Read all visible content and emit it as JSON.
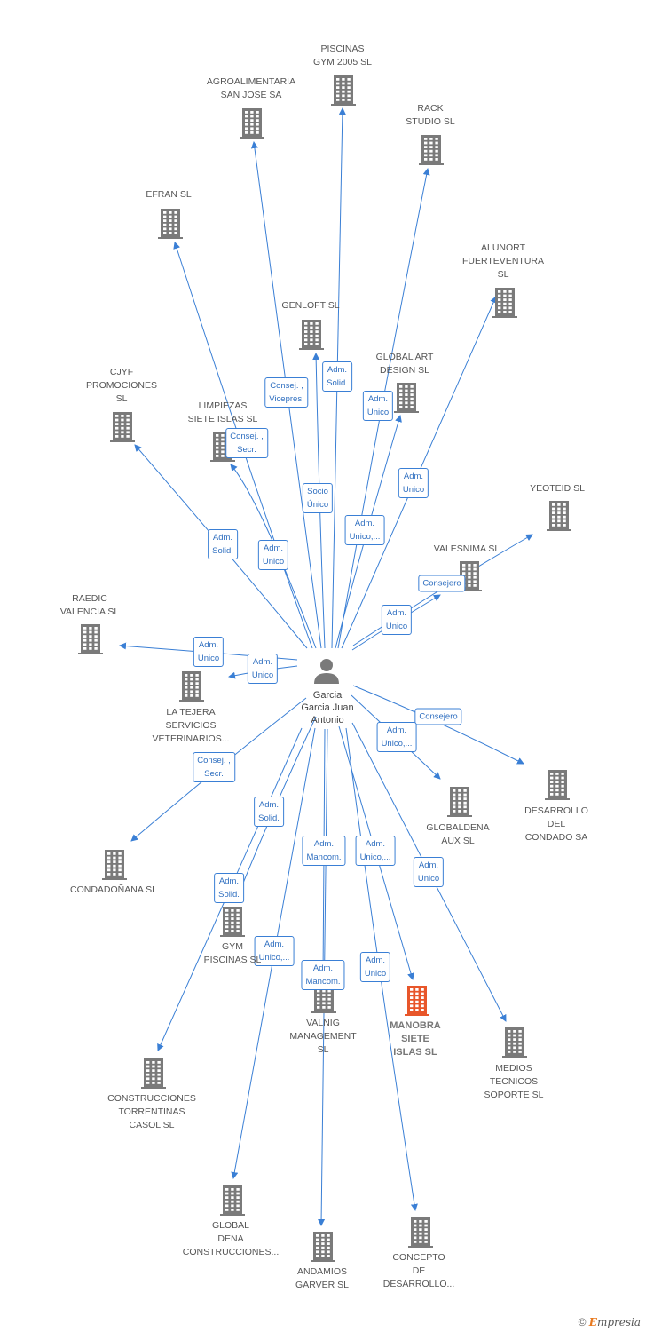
{
  "center": {
    "name": "Garcia\nGarcia Juan\nAntonio",
    "icon": "person-icon"
  },
  "companies": [
    {
      "id": "piscinas-gym",
      "name": "PISCINAS\nGYM 2005  SL"
    },
    {
      "id": "agroalimentaria",
      "name": "AGROALIMENTARIA\nSAN JOSE SA"
    },
    {
      "id": "rack-studio",
      "name": "RACK\nSTUDIO  SL"
    },
    {
      "id": "efran",
      "name": "EFRAN SL"
    },
    {
      "id": "alunort",
      "name": "ALUNORT\nFUERTEVENTURA\nSL"
    },
    {
      "id": "genloft",
      "name": "GENLOFT  SL"
    },
    {
      "id": "global-art",
      "name": "GLOBAL ART\nDESIGN  SL"
    },
    {
      "id": "cjyf",
      "name": "CJYF\nPROMOCIONES\nSL"
    },
    {
      "id": "limpiezas",
      "name": "LIMPIEZAS\nSIETE ISLAS SL"
    },
    {
      "id": "yeoteid",
      "name": "YEOTEID SL"
    },
    {
      "id": "valesnima",
      "name": "VALESNIMA SL"
    },
    {
      "id": "raedic",
      "name": "RAEDIC\nVALENCIA  SL"
    },
    {
      "id": "la-tejera",
      "name": "LA TEJERA\nSERVICIOS\nVETERINARIOS..."
    },
    {
      "id": "desarrollo-condado",
      "name": "DESARROLLO\nDEL\nCONDADO SA"
    },
    {
      "id": "globaldena-aux",
      "name": "GLOBALDENA\nAUX  SL"
    },
    {
      "id": "condadonana",
      "name": "CONDADOÑANA SL"
    },
    {
      "id": "gym-piscinas",
      "name": "GYM\nPISCINAS  SL"
    },
    {
      "id": "valnig",
      "name": "VALNIG\nMANAGEMENT\nSL"
    },
    {
      "id": "manobra",
      "name": "MANOBRA\nSIETE\nISLAS  SL",
      "highlight": true
    },
    {
      "id": "medios-tecnicos",
      "name": "MEDIOS\nTECNICOS\nSOPORTE  SL"
    },
    {
      "id": "construcciones-torrentinas",
      "name": "CONSTRUCCIONES\nTORRENTINAS\nCASOL SL"
    },
    {
      "id": "global-dena",
      "name": "GLOBAL\nDENA\nCONSTRUCCIONES..."
    },
    {
      "id": "andamios-garver",
      "name": "ANDAMIOS\nGARVER  SL"
    },
    {
      "id": "concepto",
      "name": "CONCEPTO\nDE\nDESARROLLO..."
    }
  ],
  "relations": [
    {
      "to": "piscinas-gym",
      "label": "Adm.\nSolid."
    },
    {
      "to": "agroalimentaria",
      "label": "Consej. ,\nVicepres."
    },
    {
      "to": "rack-studio",
      "label": "Adm.\nUnico"
    },
    {
      "to": "efran",
      "label": "Adm.\nUnico"
    },
    {
      "to": "alunort",
      "label": "Adm.\nUnico"
    },
    {
      "to": "genloft",
      "label": "Socio\nÚnico"
    },
    {
      "to": "global-art",
      "label": "Adm.\nUnico,..."
    },
    {
      "to": "cjyf",
      "label": "Adm.\nSolid."
    },
    {
      "to": "limpiezas",
      "label": "Consej. ,\nSecr."
    },
    {
      "to": "yeoteid",
      "label": "Consejero"
    },
    {
      "to": "valesnima",
      "label": "Adm.\nUnico"
    },
    {
      "to": "raedic",
      "label": "Adm.\nUnico"
    },
    {
      "to": "la-tejera",
      "label": "Adm.\nUnico"
    },
    {
      "to": "desarrollo-condado",
      "label": "Consejero"
    },
    {
      "to": "globaldena-aux",
      "label": "Adm.\nUnico,..."
    },
    {
      "to": "condadonana",
      "label": "Consej. ,\nSecr."
    },
    {
      "to": "gym-piscinas",
      "label": "Adm.\nSolid."
    },
    {
      "to": "construcciones-torrentinas",
      "label": "Adm.\nSolid."
    },
    {
      "to": "valnig",
      "label": "Adm.\nMancom."
    },
    {
      "to": "manobra",
      "label": "Adm.\nUnico,..."
    },
    {
      "to": "medios-tecnicos",
      "label": "Adm.\nUnico"
    },
    {
      "to": "global-dena",
      "label": "Adm.\nUnico,..."
    },
    {
      "to": "andamios-garver",
      "label": "Adm.\nMancom."
    },
    {
      "to": "concepto",
      "label": "Adm.\nUnico"
    }
  ],
  "colors": {
    "edge": "#3a7fd5",
    "building": "#7a7a7a",
    "highlight": "#e8562a",
    "person": "#7a7a7a"
  },
  "footer": {
    "copyright": "©",
    "brand_initial": "E",
    "brand_rest": "mpresia"
  }
}
